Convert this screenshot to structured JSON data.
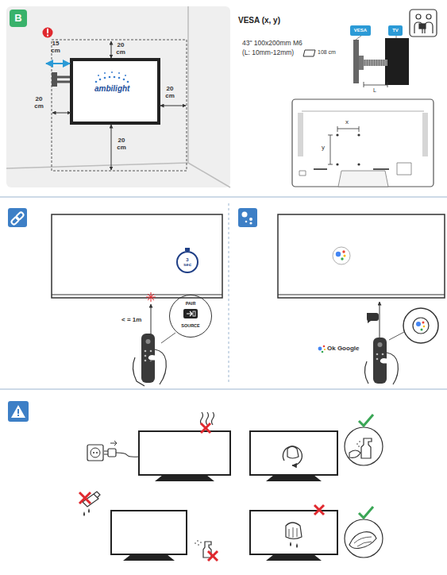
{
  "diagram": {
    "nodes": [
      {
        "text": [
          "B"
        ]
      },
      {
        "text": [
          "VESA"
        ]
      },
      {
        "text": [
          "TV"
        ]
      },
      {
        "text": [
          "3 sec"
        ]
      },
      {
        "text": [
          "PAIR",
          "SOURCE"
        ]
      }
    ],
    "labels": [
      "15 cm",
      "20 cm",
      "20 cm",
      "20 cm",
      "20 cm",
      "ambilight",
      "VESA (x, y)",
      "43\" 100x200mm M6",
      "(L: 10mm-12mm)",
      "108 cm",
      "L",
      "x",
      "y",
      "< = 1m",
      "Ok Google"
    ]
  }
}
